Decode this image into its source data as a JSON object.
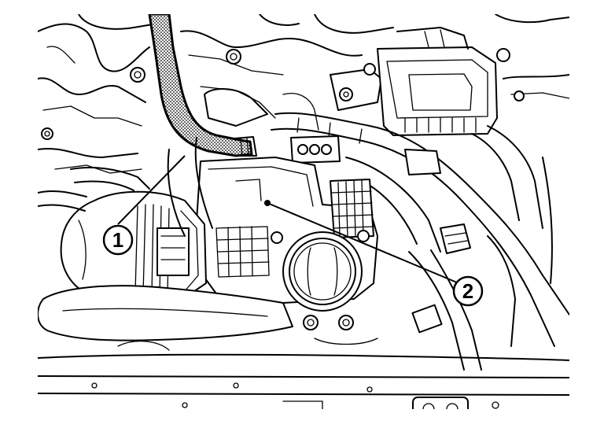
{
  "callouts": [
    {
      "id": "1",
      "label": "1"
    },
    {
      "id": "2",
      "label": "2"
    }
  ],
  "colors": {
    "line": "#000000",
    "background": "#ffffff",
    "hose_hatch": "#000000"
  }
}
